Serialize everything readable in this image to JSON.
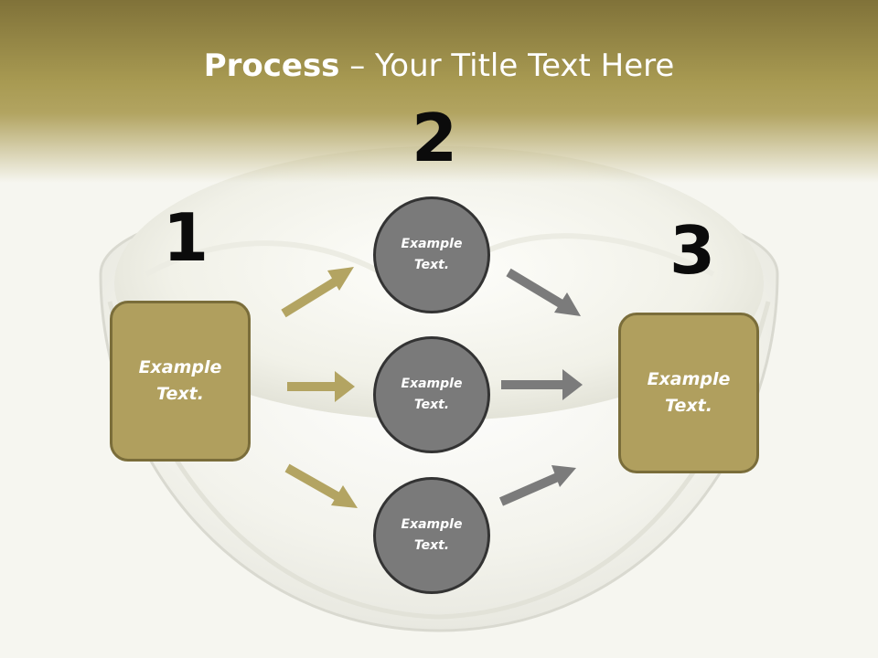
{
  "slide": {
    "title_bold": "Process",
    "title_rest": " – Your Title Text Here"
  },
  "steps": [
    {
      "number": "1",
      "text": "Example\nText."
    },
    {
      "number": "2",
      "text": ""
    },
    {
      "number": "3",
      "text": "Example\nText."
    }
  ],
  "circles": [
    {
      "text": "Example\nText."
    },
    {
      "text": "Example\nText."
    },
    {
      "text": "Example\nText."
    }
  ],
  "colors": {
    "header": "#a89a52",
    "box_fill": "#b09f5e",
    "box_border": "#7a6d3a",
    "circle_fill": "#7a7a7a",
    "circle_border": "#333333",
    "arrow_gold": "#b3a462",
    "arrow_gray": "#7b7b7b"
  }
}
